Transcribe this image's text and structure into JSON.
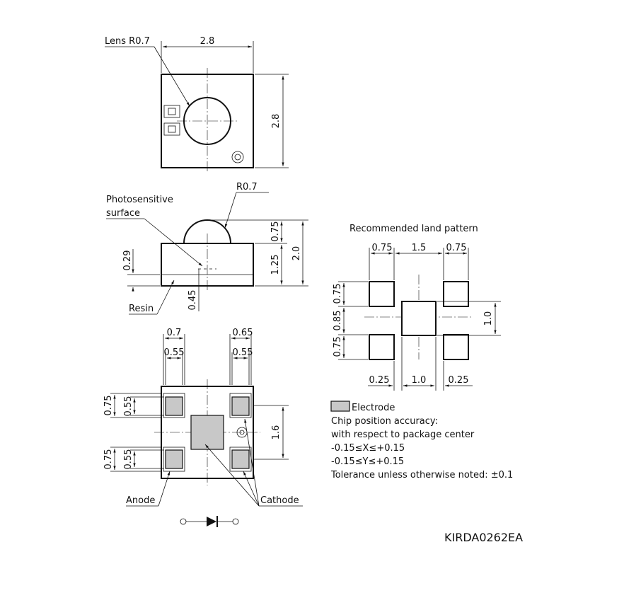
{
  "top_view": {
    "lens_label": "Lens R0.7",
    "width_dim": "2.8",
    "height_dim": "2.8"
  },
  "side_view": {
    "photosensitive_label_line1": "Photosensitive",
    "photosensitive_label_line2": "surface",
    "radius_label": "R0.7",
    "dim_lens_height": "0.75",
    "dim_body_height": "1.25",
    "dim_total_height": "2.0",
    "dim_0_29": "0.29",
    "dim_0_45": "0.45",
    "resin_label": "Resin"
  },
  "bottom_view": {
    "dim_0_7": "0.7",
    "dim_0_65": "0.65",
    "dim_0_55_left": "0.55",
    "dim_0_55_right": "0.55",
    "dim_0_75_top": "0.75",
    "dim_0_55_top": "0.55",
    "dim_0_75_bottom": "0.75",
    "dim_0_55_bottom": "0.55",
    "dim_1_6": "1.6",
    "anode_label": "Anode",
    "cathode_label": "Cathode"
  },
  "land_pattern": {
    "title": "Recommended land pattern",
    "dim_0_75_left": "0.75",
    "dim_1_5": "1.5",
    "dim_0_75_right": "0.75",
    "dim_v_0_75_top": "0.75",
    "dim_v_0_85": "0.85",
    "dim_v_0_75_bottom": "0.75",
    "dim_1_0_vertical": "1.0",
    "dim_0_25_left": "0.25",
    "dim_1_0_bottom": "1.0",
    "dim_0_25_right": "0.25"
  },
  "notes": {
    "electrode_legend": "Electrode",
    "line1": "Chip position accuracy:",
    "line2": "with respect to package center",
    "line3": "-0.15≤X≤+0.15",
    "line4": "-0.15≤Y≤+0.15",
    "line5": "Tolerance unless otherwise noted: ±0.1"
  },
  "drawing_id": "KIRDA0262EA",
  "colors": {
    "electrode_fill": "#c8c8c8",
    "line": "#111111"
  }
}
